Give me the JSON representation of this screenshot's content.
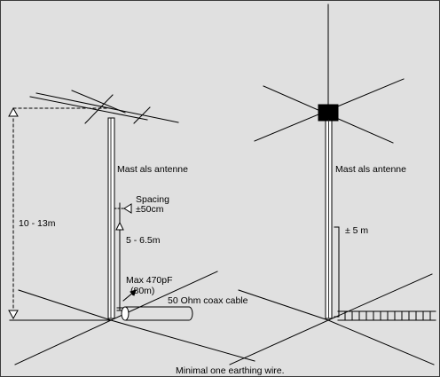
{
  "left_antenna": {
    "mast_label": "Mast als antenne",
    "spacing_label": "Spacing",
    "spacing_value": "±50cm",
    "height_range": "10 - 13m",
    "feed_height": "5 - 6.5m",
    "capacitor_label": "Max 470pF",
    "capacitor_band": "(80m)",
    "coax_label": "50 Ohm coax cable"
  },
  "right_antenna": {
    "mast_label": "Mast als antenne",
    "feed_height": "± 5 m"
  },
  "footer_note": "Minimal one earthing wire.",
  "colors": {
    "background": "#e0e0e0",
    "lines": "#000000"
  }
}
